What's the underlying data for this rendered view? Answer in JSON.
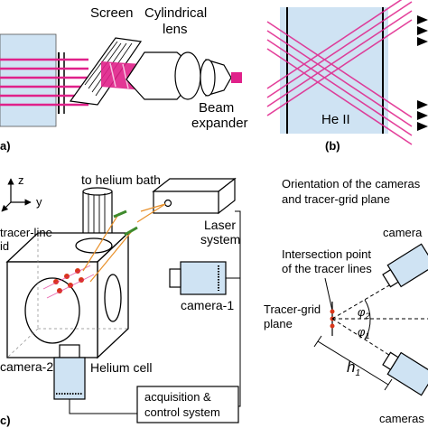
{
  "panel_a": {
    "screen": "Screen",
    "lens": [
      "Cylindrical",
      "lens"
    ],
    "expander": [
      "Beam",
      "expander"
    ],
    "tag": "a)"
  },
  "panel_b": {
    "region": "He II",
    "tag": "(b)"
  },
  "panel_c": {
    "axis_z": "z",
    "axis_y": "y",
    "bath": "to helium bath",
    "grid_label": [
      "tracer-line",
      "id"
    ],
    "laser": [
      "Laser",
      "system"
    ],
    "camera1": "camera-1",
    "camera2": "camera-2",
    "cell": "Helium cell",
    "acq": [
      "acquisition &",
      "control system"
    ],
    "tag": "c)"
  },
  "panel_d": {
    "title": [
      "Orientation of the cameras",
      "and tracer-grid plane"
    ],
    "cam_top": "camera",
    "cam_bottom": "cameras",
    "intersection": [
      "Intersection point",
      "of the tracer lines"
    ],
    "plane": [
      "Tracer-grid",
      "plane"
    ],
    "phi2": "φ",
    "phi2_sub": "2",
    "phi1": "φ",
    "phi1_sub": "1",
    "h": "h",
    "h_sub": "1"
  },
  "colors": {
    "beam": "#e0218a",
    "helium_fill": "#cfe3f3",
    "laser_line": "#e8902a",
    "marker": "#d9361a",
    "mirror": "#3e8a2c"
  }
}
